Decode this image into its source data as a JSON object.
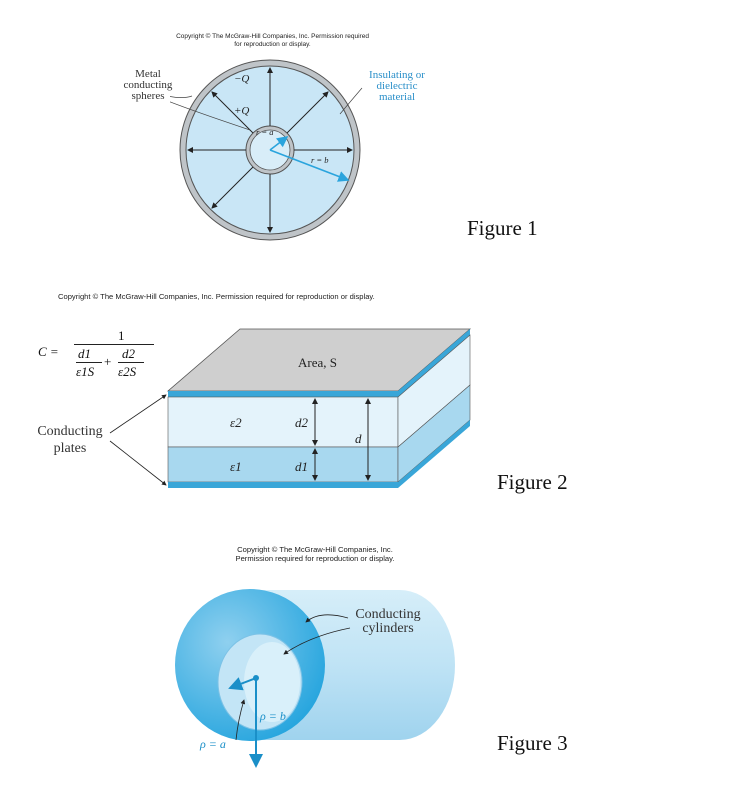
{
  "figure1": {
    "copyright_line1": "Copyright © The McGraw-Hill Companies, Inc. Permission required",
    "copyright_line2": "for reproduction or display.",
    "label_metal": [
      "Metal",
      "conducting",
      "spheres"
    ],
    "label_insulating": [
      "Insulating or",
      "dielectric",
      "material"
    ],
    "charge_outer": "−Q",
    "charge_inner": "+Q",
    "radius_a": "r = a",
    "radius_b": "r = b",
    "caption": "Figure 1",
    "colors": {
      "fill": "#c9e4f4",
      "arrow": "#2aa4dd"
    }
  },
  "figure2": {
    "copyright": "Copyright © The McGraw-Hill Companies, Inc. Permission required for reproduction or display.",
    "formula": {
      "lhs": "C =",
      "numerator": "1",
      "term1_num": "d1",
      "term1_den": "ε1S",
      "term2_num": "d2",
      "term2_den": "ε2S",
      "plus": "+"
    },
    "area_label": "Area, S",
    "eps_top": "ε2",
    "eps_bottom": "ε1",
    "d_top": "d2",
    "d_bottom": "d1",
    "d_total": "d",
    "conducting_label": [
      "Conducting",
      "plates"
    ],
    "caption": "Figure 2"
  },
  "figure3": {
    "copyright_line1": "Copyright © The McGraw-Hill Companies, Inc.",
    "copyright_line2": "Permission required for reproduction or display.",
    "conducting_label": [
      "Conducting",
      "cylinders"
    ],
    "rho_b": "ρ = b",
    "rho_a": "ρ = a",
    "caption": "Figure 3"
  }
}
